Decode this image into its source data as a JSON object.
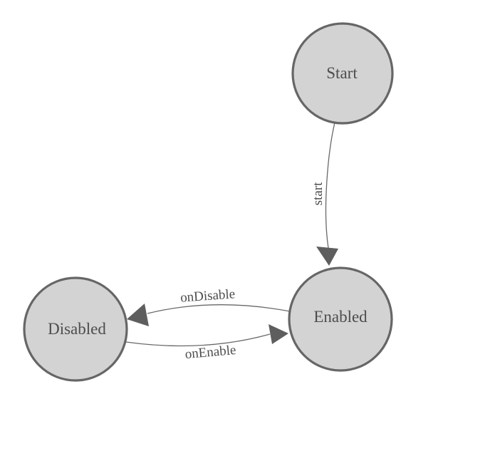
{
  "diagram": {
    "type": "state-machine-graph",
    "nodes": [
      {
        "id": "Start",
        "label": "Start"
      },
      {
        "id": "Enabled",
        "label": "Enabled"
      },
      {
        "id": "Disabled",
        "label": "Disabled"
      }
    ],
    "edges": [
      {
        "from": "Start",
        "to": "Enabled",
        "label": "start"
      },
      {
        "from": "Enabled",
        "to": "Disabled",
        "label": "onDisable"
      },
      {
        "from": "Disabled",
        "to": "Enabled",
        "label": "onEnable"
      }
    ],
    "colors": {
      "background": "#ffffff",
      "node_fill": "#d3d3d3",
      "node_stroke": "#666666",
      "edge": "#686868",
      "arrow": "#5e5e5e",
      "text": "#4d4d4d"
    }
  }
}
